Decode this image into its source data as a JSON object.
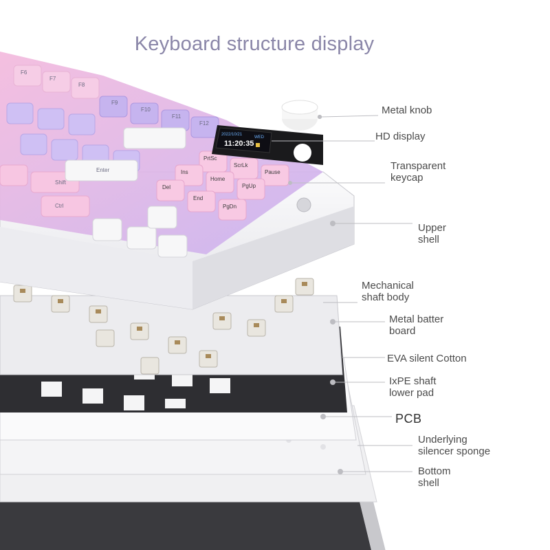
{
  "title": "Keyboard structure display",
  "display": {
    "date": "2022/10/21",
    "day": "WED",
    "time": "11:20:35"
  },
  "keys": {
    "f6": "F6",
    "f7": "F7",
    "f8": "F8",
    "f9": "F9",
    "f10": "F10",
    "f11": "F11",
    "f12": "F12",
    "prtsc": "PrtSc",
    "scrlk": "ScrLk",
    "pause": "Pause",
    "ins": "Ins",
    "home": "Home",
    "pgup": "PgUp",
    "del": "Del",
    "end": "End",
    "pgdn": "PgDn",
    "enter": "Enter",
    "shift": "Shift",
    "ctrl": "Ctrl"
  },
  "labels": {
    "metal_knob": "Metal knob",
    "hd_display": "HD display",
    "transparent_keycap_1": "Transparent",
    "transparent_keycap_2": "keycap",
    "upper_shell_1": "Upper",
    "upper_shell_2": "shell",
    "mechanical_shaft_1": "Mechanical",
    "mechanical_shaft_2": "shaft body",
    "metal_plate_1": "Metal batter",
    "metal_plate_2": "board",
    "eva": "EVA silent Cotton",
    "ixpe_1": "IxPE shaft",
    "ixpe_2": "lower pad",
    "pcb": "PCB",
    "silencer_1": "Underlying",
    "silencer_2": "silencer sponge",
    "bottom_shell_1": "Bottom",
    "bottom_shell_2": "shell"
  }
}
